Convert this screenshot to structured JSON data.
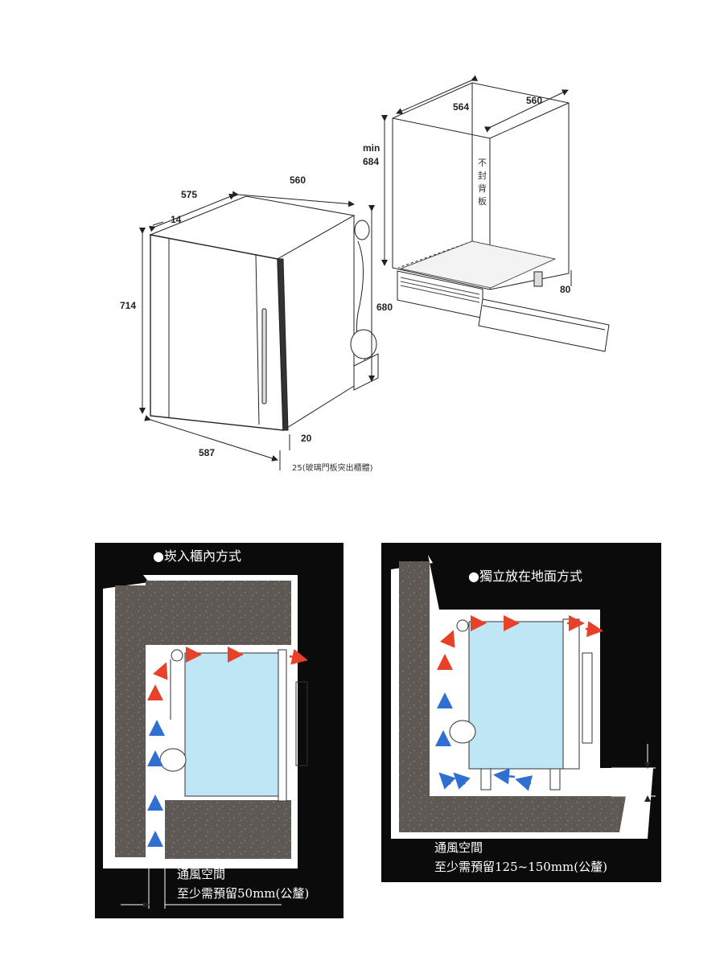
{
  "top_diagram": {
    "dims": {
      "cab_depth": "564",
      "cab_width": "560",
      "cab_height_prefix": "min",
      "cab_height": "684",
      "back_panel_note": [
        "不",
        "封",
        "背",
        "板"
      ],
      "foot_height": "80",
      "unit_width": "560",
      "unit_depth": "575",
      "door_thickness": "14",
      "unit_height": "714",
      "body_height": "680",
      "base_depth": "587",
      "door_offset": "20",
      "glass_note": "25(玻璃門板突出櫃體)"
    }
  },
  "panel_left": {
    "title": "●崁入櫃內方式",
    "caption_line1": "通風空間",
    "caption_line2": "至少需預留50mm(公釐)"
  },
  "panel_right": {
    "title": "●獨立放在地面方式",
    "caption_line1": "通風空間",
    "caption_line2": "至少需預留125~150mm(公釐)"
  },
  "colors": {
    "panel_bg": "#0b0b0b",
    "wall": "#5e5955",
    "appliance": "#bfe6f5",
    "airflow_warm": "#e8412a",
    "airflow_cool": "#2f6fd0"
  }
}
